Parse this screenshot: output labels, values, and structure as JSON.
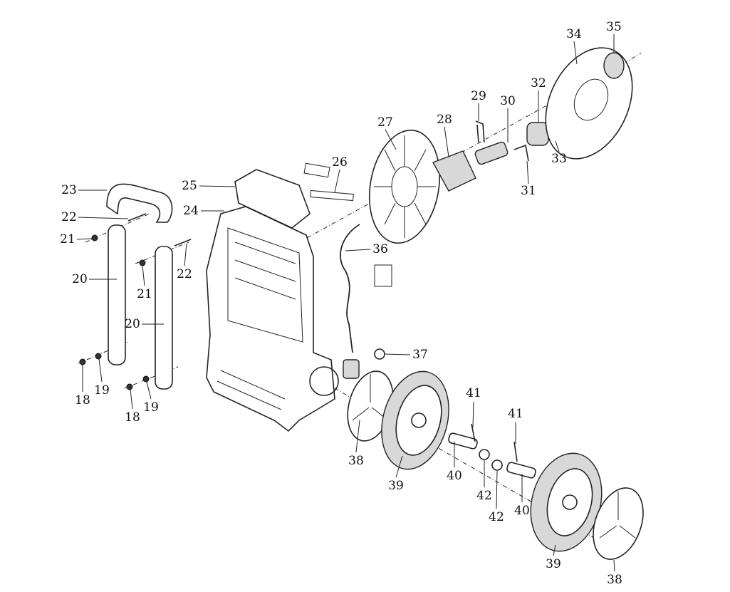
{
  "diagram": {
    "type": "exploded-parts-diagram",
    "part_numbers": [
      "18",
      "19",
      "20",
      "21",
      "22",
      "23",
      "24",
      "25",
      "26",
      "27",
      "28",
      "29",
      "30",
      "31",
      "32",
      "33",
      "34",
      "35",
      "36",
      "37",
      "38",
      "39",
      "40",
      "41",
      "42"
    ],
    "labels": {
      "p35": "35",
      "p34": "34",
      "p32": "32",
      "p29": "29",
      "p30": "30",
      "p27": "27",
      "p28": "28",
      "p33": "33",
      "p26": "26",
      "p31": "31",
      "p23": "23",
      "p25": "25",
      "p24": "24",
      "p22a": "22",
      "p21a": "21",
      "p36": "36",
      "p22b": "22",
      "p20a": "20",
      "p21b": "21",
      "p20b": "20",
      "p37": "37",
      "p18a": "18",
      "p19a": "19",
      "p18b": "18",
      "p19b": "19",
      "p41a": "41",
      "p41b": "41",
      "p38a": "38",
      "p39a": "39",
      "p40a": "40",
      "p42a": "42",
      "p42b": "42",
      "p40b": "40",
      "p39b": "39",
      "p38b": "38"
    }
  }
}
